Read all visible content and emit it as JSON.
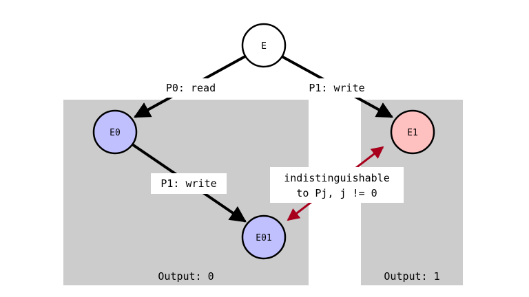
{
  "diagram": {
    "nodes": {
      "E": {
        "label": "E",
        "color": "#ffffff"
      },
      "E0": {
        "label": "E0",
        "color": "#c0c0ff"
      },
      "E1": {
        "label": "E1",
        "color": "#ffc0c0"
      },
      "E01": {
        "label": "E01",
        "color": "#c0c0ff"
      }
    },
    "edges": {
      "e_to_e0": {
        "label": "P0: read"
      },
      "e_to_e1": {
        "label": "P1: write"
      },
      "e0_to_e01": {
        "label": "P1: write"
      },
      "indistinguishable": {
        "line1": "indistinguishable",
        "line2": "to Pj, j != 0",
        "color": "#a8001c"
      }
    },
    "regions": {
      "output0": {
        "label": "Output: 0",
        "color": "#cccccc"
      },
      "output1": {
        "label": "Output: 1",
        "color": "#cccccc"
      }
    }
  }
}
